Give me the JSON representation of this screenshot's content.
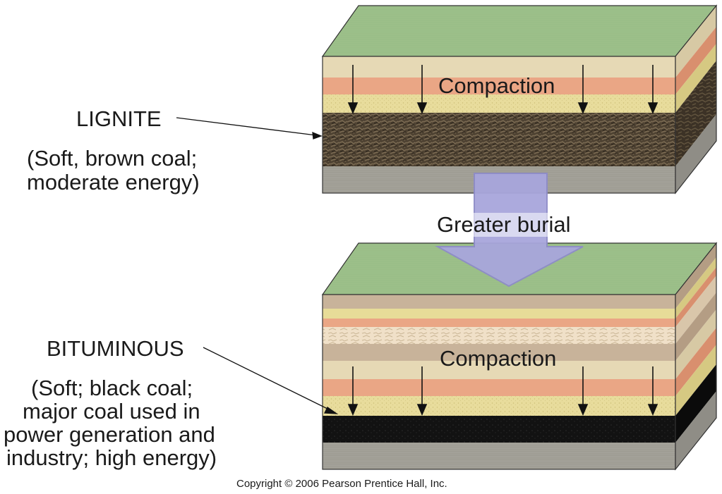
{
  "lignite": {
    "title": "LIGNITE",
    "description_line1": "(Soft, brown coal;",
    "description_line2": "moderate energy)"
  },
  "bituminous": {
    "title": "BITUMINOUS",
    "description_line1": "(Soft; black coal;",
    "description_line2": "major coal used in",
    "description_line3": "power generation and",
    "description_line4": "industry; high energy)"
  },
  "upper_block": {
    "process_label": "Compaction"
  },
  "lower_block": {
    "process_label": "Compaction"
  },
  "transition": {
    "label": "Greater burial"
  },
  "copyright": "Copyright © 2006 Pearson Prentice Hall, Inc.",
  "colors": {
    "surface_green": "#9dc08a",
    "sand": "#e6d9b5",
    "salmon": "#eaa685",
    "yellow_sand": "#e7dc98",
    "lignite": "#5a4a36",
    "bituminous": "#111111",
    "bedrock": "#a3a199",
    "arrow_purple": "#a8a6dc"
  }
}
